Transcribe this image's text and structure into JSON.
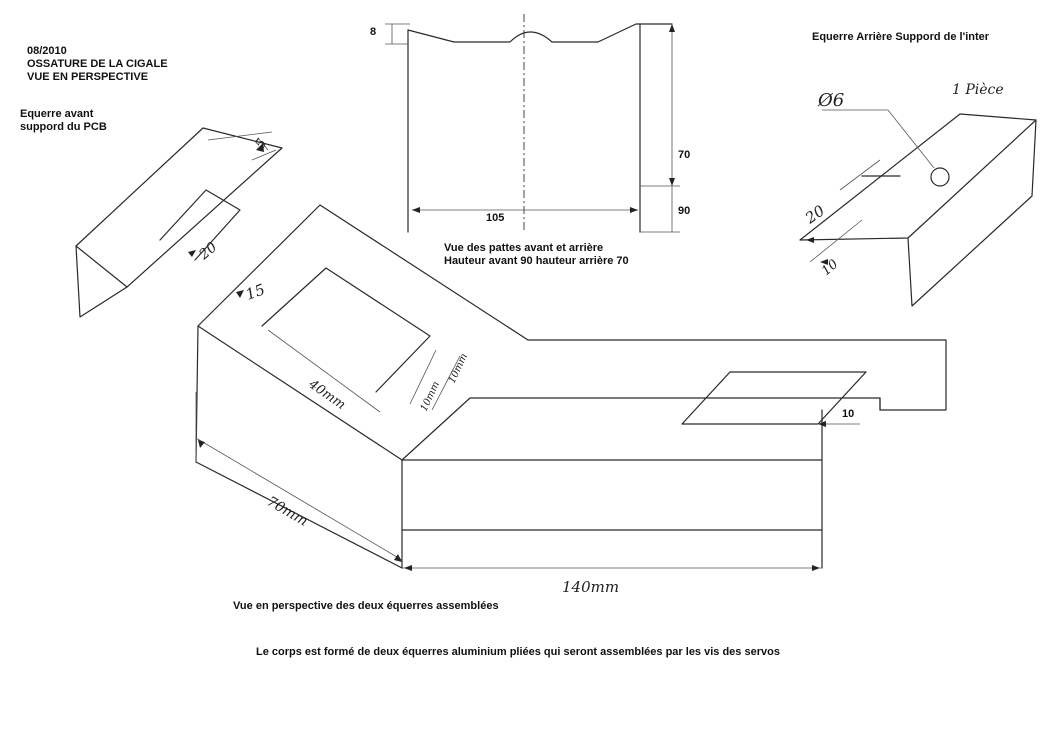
{
  "header": {
    "date": "08/2010",
    "title": "OSSATURE DE LA CIGALE",
    "subtitle": "VUE EN PERSPECTIVE"
  },
  "front_bracket": {
    "label_line1": "Equerre avant",
    "label_line2": "suppord du PCB",
    "dim_5": "5",
    "dim_20": "20"
  },
  "leg_view": {
    "dim_8": "8",
    "dim_70": "70",
    "dim_90": "90",
    "dim_105": "105",
    "caption_line1": "Vue des pattes avant et arrière",
    "caption_line2": "Hauteur avant 90 hauteur arrière 70"
  },
  "rear_bracket": {
    "title": "Equerre Arrière Suppord de l'inter",
    "dim_diameter": "Ø6",
    "piece_note": "1 Pièce",
    "dim_20": "20",
    "dim_10": "10"
  },
  "assembly": {
    "dim_15": "15",
    "dim_40mm": "40mm",
    "dim_10mm_a": "10mm",
    "dim_10mm_b": "10mm",
    "dim_10": "10",
    "dim_70mm": "70mm",
    "dim_140mm": "140mm",
    "caption": "Vue en perspective des deux équerres assemblées"
  },
  "footer": {
    "note": "Le corps est formé de deux équerres aluminium pliées qui seront assemblées par les vis des servos"
  }
}
